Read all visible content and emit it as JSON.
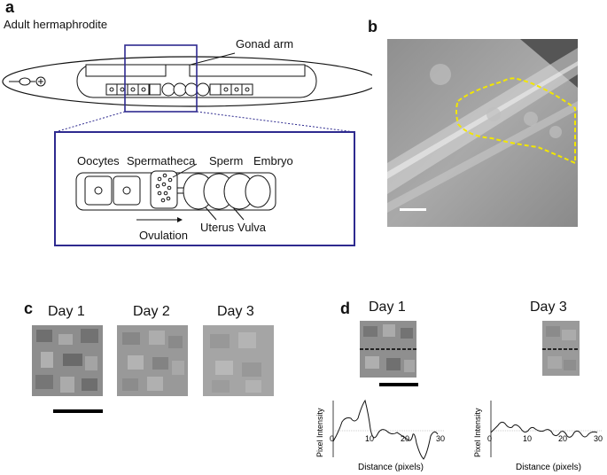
{
  "panel_a": {
    "letter": "a",
    "title": "Adult hermaphrodite",
    "gonad_label": "Gonad arm",
    "oocytes": "Oocytes",
    "spermatheca": "Spermatheca",
    "sperm": "Sperm",
    "embryo": "Embryo",
    "ovulation": "Ovulation",
    "uterus": "Uterus",
    "vulva": "Vulva",
    "colors": {
      "box": "#2e2a8f",
      "line": "#111111"
    }
  },
  "panel_b": {
    "letter": "b",
    "outline_color": "#f2e600"
  },
  "panel_c": {
    "letter": "c",
    "days": [
      "Day 1",
      "Day 2",
      "Day 3"
    ]
  },
  "panel_d": {
    "letter": "d",
    "day1": "Day 1",
    "day3": "Day 3",
    "plots": [
      {
        "ylabel": "Pixel Intensity",
        "xlabel": "Distance (pixels)",
        "ticks": [
          "0",
          "10",
          "20",
          "30"
        ]
      },
      {
        "ylabel": "Pixel Intensity",
        "xlabel": "Distance (pixels)",
        "ticks": [
          "0",
          "10",
          "20",
          "30"
        ]
      }
    ]
  }
}
